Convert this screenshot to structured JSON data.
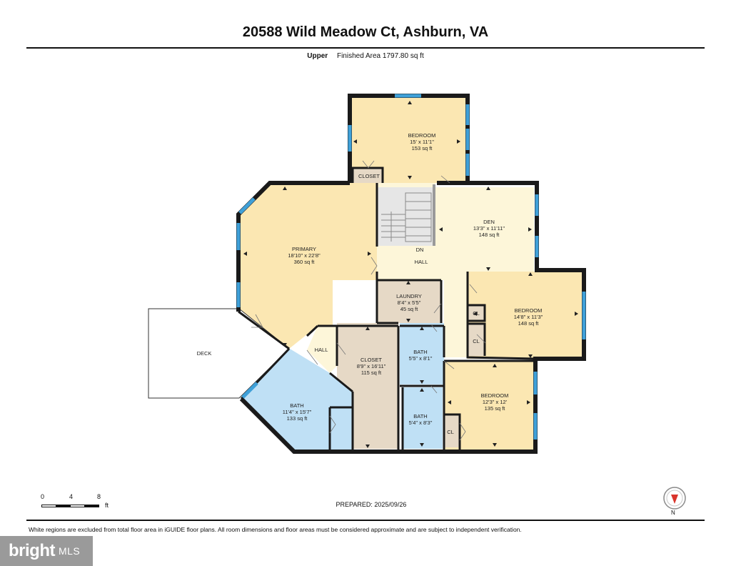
{
  "header": {
    "title": "20588 Wild Meadow Ct, Ashburn, VA",
    "level": "Upper",
    "finished_area": "Finished Area 1797.80 sq ft"
  },
  "rooms": {
    "bedroom_top": {
      "name": "BEDROOM",
      "dims": "15' x 11'1\"",
      "area": "153 sq ft"
    },
    "closet_top": {
      "name": "CLOSET"
    },
    "den": {
      "name": "DEN",
      "dims": "13'3\" x 11'11\"",
      "area": "148 sq ft"
    },
    "primary": {
      "name": "PRIMARY",
      "dims": "18'10\" x 22'8\"",
      "area": "360 sq ft"
    },
    "stairs": {
      "name": "DN"
    },
    "hall_main": {
      "name": "HALL"
    },
    "laundry": {
      "name": "LAUNDRY",
      "dims": "8'4\" x 5'5\"",
      "area": "45 sq ft"
    },
    "bedroom_right": {
      "name": "BEDROOM",
      "dims": "14'8\" x 11'3\"",
      "area": "148 sq ft"
    },
    "cl_1": {
      "name": "CL"
    },
    "cl_2": {
      "name": "CL"
    },
    "deck": {
      "name": "DECK"
    },
    "hall_small": {
      "name": "HALL"
    },
    "closet_mid": {
      "name": "CLOSET",
      "dims": "8'9\" x 16'11\"",
      "area": "115 sq ft"
    },
    "bath_mid": {
      "name": "BATH",
      "dims": "5'5\" x 8'1\""
    },
    "bath_primary": {
      "name": "BATH",
      "dims": "11'4\" x 15'7\"",
      "area": "133 sq ft"
    },
    "bath_small": {
      "name": "BATH",
      "dims": "5'4\" x 8'3\""
    },
    "bedroom_bottom": {
      "name": "BEDROOM",
      "dims": "12'3\" x 12'",
      "area": "135 sq ft"
    },
    "cl_3": {
      "name": "CL"
    }
  },
  "scale": {
    "ticks": [
      "0",
      "4",
      "8"
    ],
    "unit": "ft"
  },
  "prepared": "PREPARED: 2025/09/26",
  "compass": {
    "label": "N"
  },
  "disclaimer": "White regions are excluded from total floor area in iGUIDE floor plans. All room dimensions and floor areas must be considered approximate and are subject to independent verification.",
  "brand": {
    "part1": "bright",
    "part2": "MLS"
  },
  "colors": {
    "bedroom": "#fbe7b2",
    "den": "#fdf6d9",
    "closet": "#e6d9c6",
    "bath": "#bfe0f5",
    "stairs": "#e6e6e6",
    "wall": "#1a1a1a",
    "window": "#3fa0d8"
  }
}
